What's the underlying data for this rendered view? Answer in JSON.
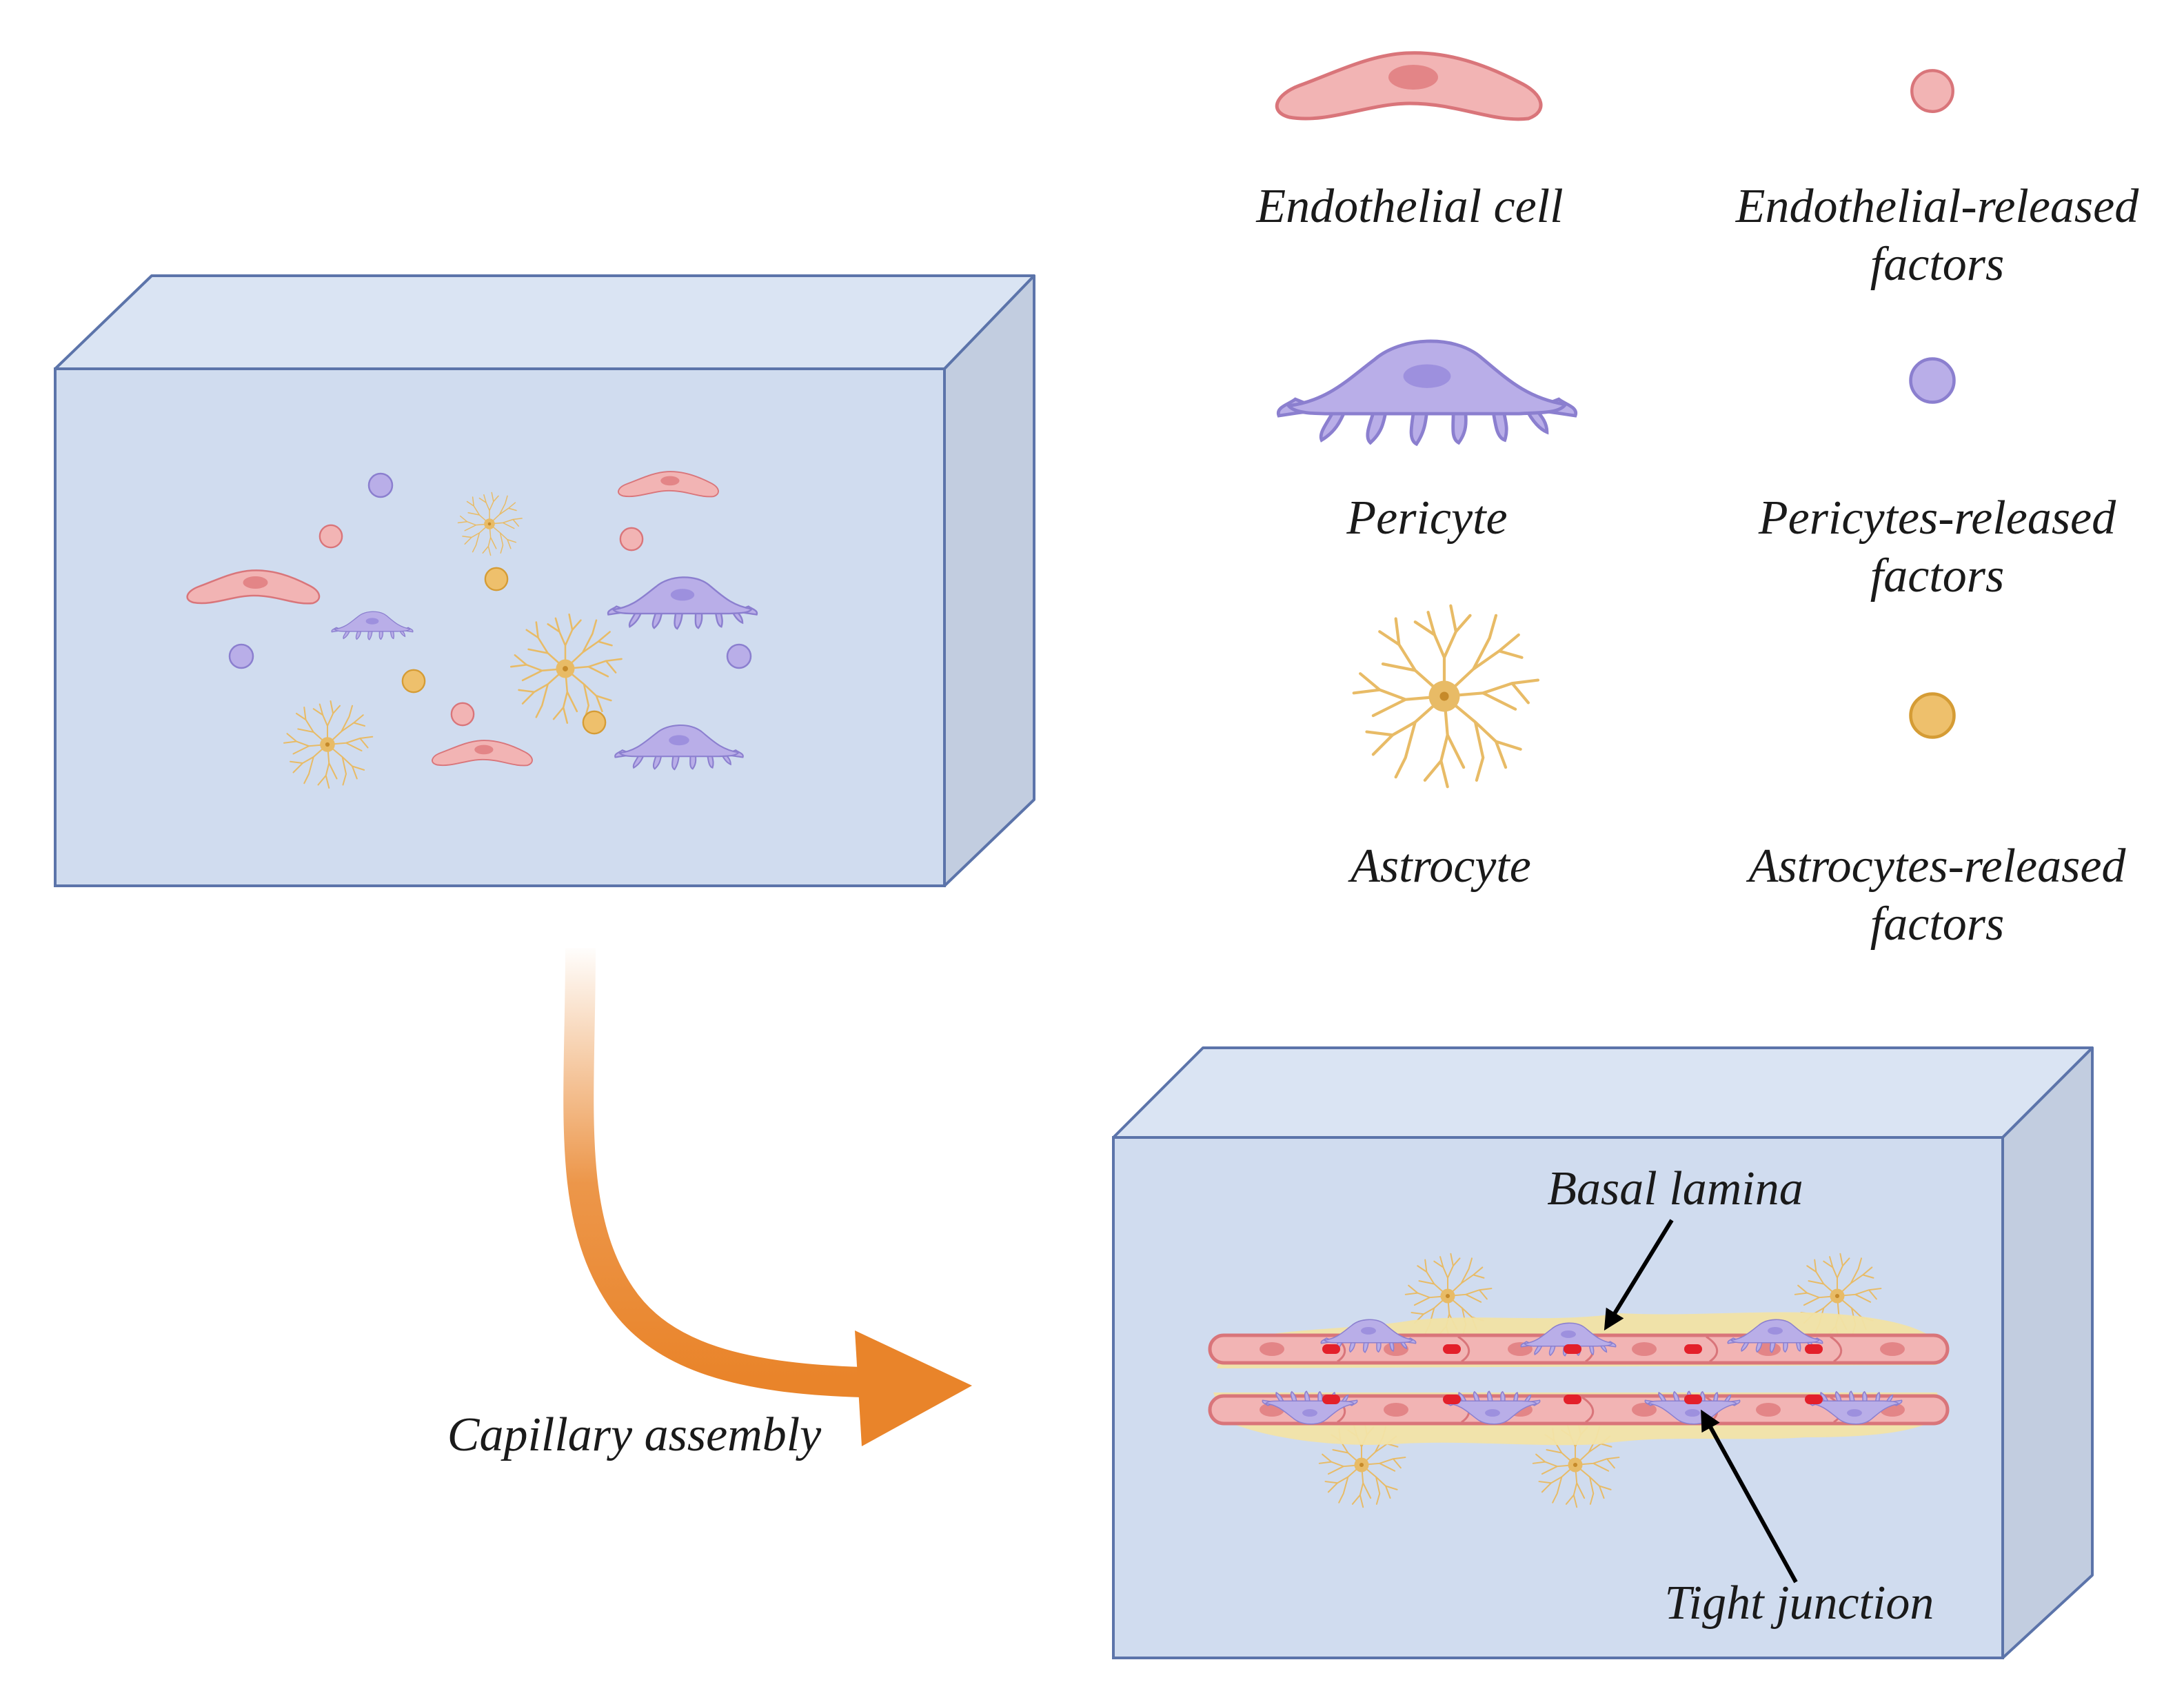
{
  "legend": {
    "endothelial_cell": "Endothelial cell",
    "endothelial_factors": [
      "Endothelial-released",
      "factors"
    ],
    "pericyte": "Pericyte",
    "pericyte_factors": [
      "Pericytes-released",
      "factors"
    ],
    "astrocyte": "Astrocyte",
    "astrocyte_factors": [
      "Astrocytes-released",
      "factors"
    ]
  },
  "process": {
    "arrow_label": "Capillary assembly"
  },
  "capillary": {
    "basal_lamina": "Basal lamina",
    "tight_junction": "Tight junction"
  },
  "colors": {
    "endothelial_fill": "#f2b4b4",
    "endothelial_stroke": "#d9757a",
    "pericyte_fill": "#b9aee8",
    "pericyte_stroke": "#8b7fcf",
    "astrocyte": "#e8bb66",
    "astro_factor_fill": "#eec06c",
    "astro_factor_stroke": "#d59c35",
    "box_front": "#d0dcef",
    "box_top": "#dae4f3",
    "box_side": "#c2cde0",
    "box_stroke": "#5c74aa",
    "arrow": "#e9842a",
    "tight_junction": "#e3202a",
    "basal_lamina": "#f2e3a6"
  }
}
